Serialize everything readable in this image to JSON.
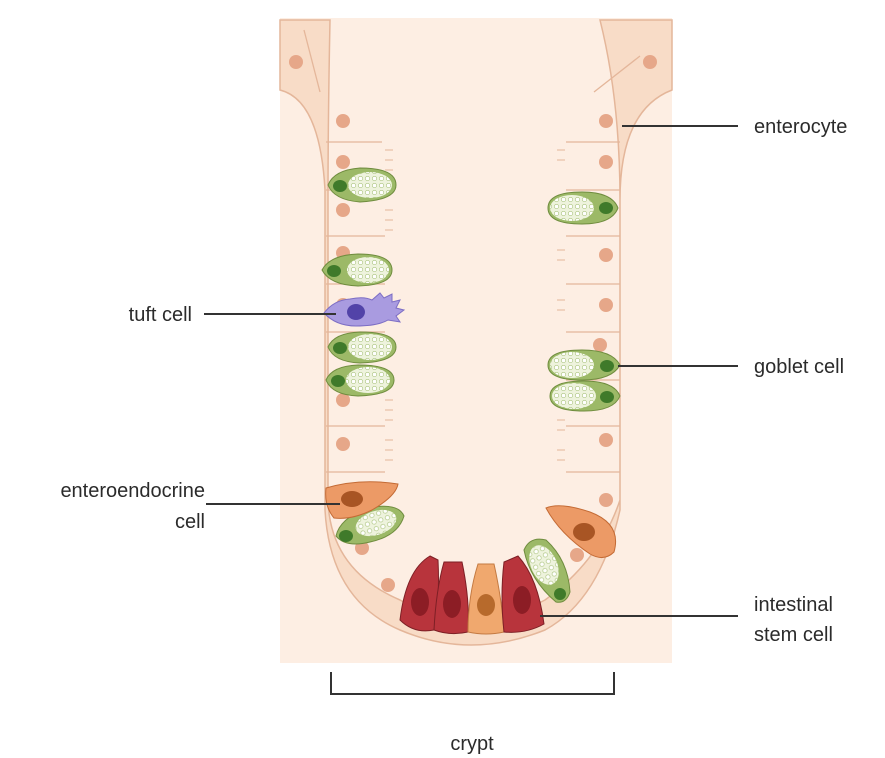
{
  "labels": {
    "enterocyte": "enterocyte",
    "goblet_cell": "goblet cell",
    "tuft_cell": "tuft cell",
    "enteroendocrine_line1": "enteroendocrine",
    "enteroendocrine_line2": "cell",
    "stem_line1": "intestinal",
    "stem_line2": "stem cell",
    "crypt": "crypt"
  },
  "colors": {
    "background": "#fdeee3",
    "enterocyte_fill": "#f8dcc7",
    "enterocyte_stroke": "#e4b69a",
    "nucleus": "#e6a789",
    "goblet_fill": "#9cb967",
    "goblet_granules": "#eef3dd",
    "goblet_nucleus": "#3f7a2a",
    "tuft_fill": "#a99be0",
    "tuft_nucleus": "#5243a8",
    "enteroendocrine_fill": "#ec9a66",
    "enteroendocrine_nucleus": "#a85524",
    "stem_fill": "#b8343c",
    "stem_nucleus": "#8c1d25",
    "paneth_fill": "#f0a86e",
    "leader_line": "#333333"
  }
}
